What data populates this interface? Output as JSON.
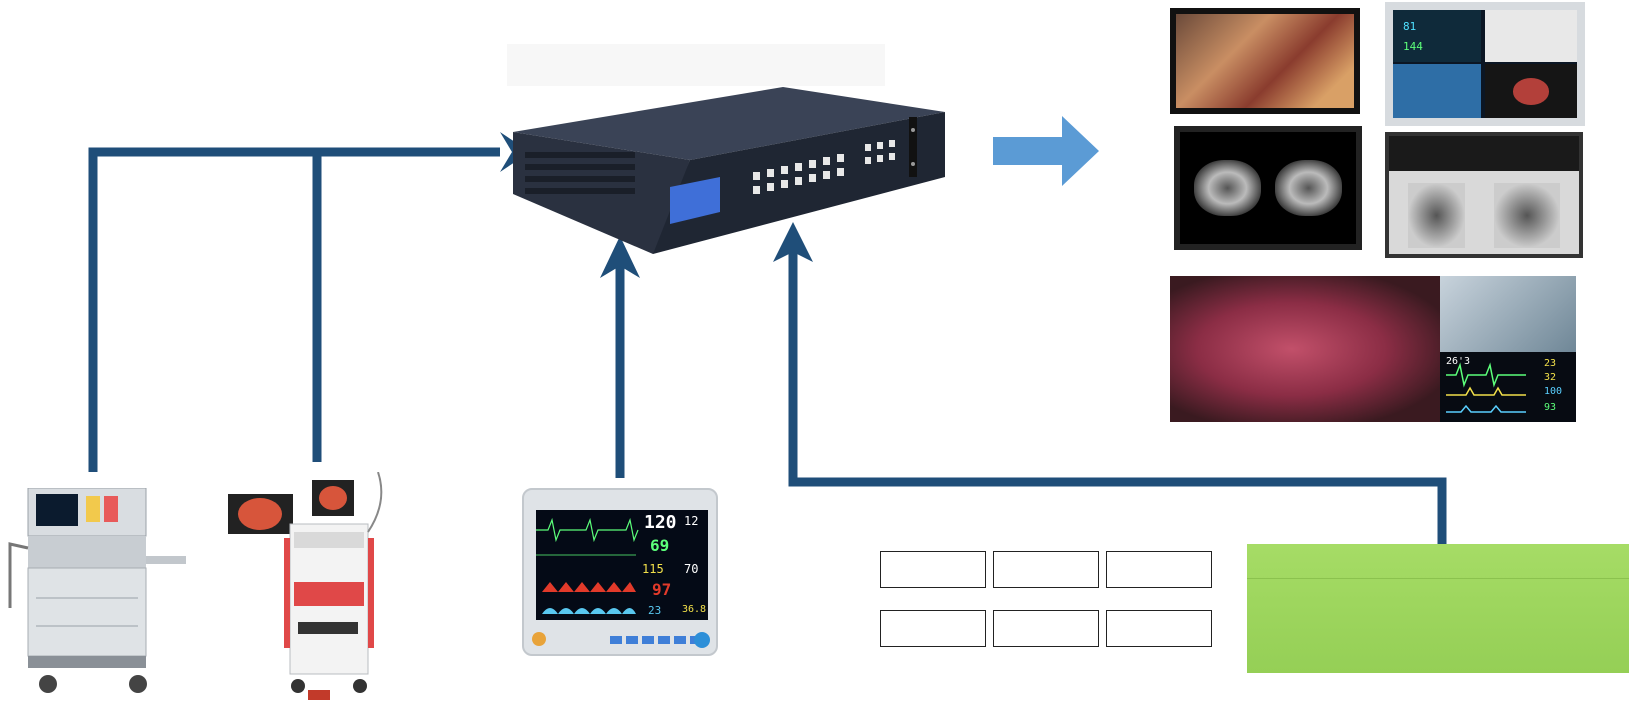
{
  "colors": {
    "connector": "#1f4e79",
    "output_arrow": "#5b9bd5",
    "green_panel": "#9ed65e",
    "device_gray": "#cfd3d8",
    "matrix_body": "#2a3140"
  },
  "monitor": {
    "heart_rate": "120",
    "resp_rate": "12",
    "spo2_big": "69",
    "nibp_sys": "115",
    "nibp_dia": "70",
    "pulse": "97",
    "temp_1": "23",
    "temp_2": "36.8"
  },
  "overlay_vitals": {
    "v1": "23",
    "v2": "32",
    "v3": "100",
    "v4": "93",
    "time": "26'3"
  },
  "console_readout": {
    "r1": "81",
    "r2": "144"
  },
  "icons": [
    "right-arrow-icon",
    "up-arrow-icon",
    "connector-line"
  ]
}
